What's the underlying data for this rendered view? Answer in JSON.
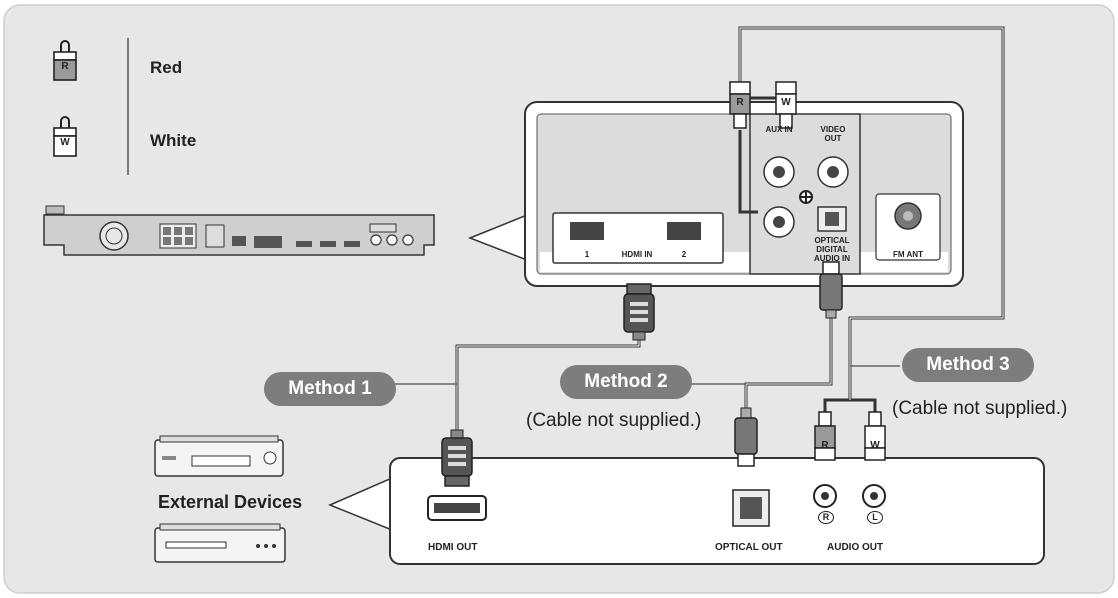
{
  "legend": {
    "red_plug": {
      "letter": "R",
      "label": "Red"
    },
    "white_plug": {
      "letter": "W",
      "label": "White"
    }
  },
  "home_theater_panel": {
    "hdmi_in_label": "HDMI IN",
    "hdmi_in_1": "1",
    "hdmi_in_2": "2",
    "aux_in_label": "AUX IN",
    "video_out_label": "VIDEO OUT",
    "optical_in_label": "OPTICAL DIGITAL AUDIO IN",
    "fm_ant_label": "FM ANT",
    "aux_plug_red": "R",
    "aux_plug_white": "W"
  },
  "methods": [
    {
      "label": "Method 1"
    },
    {
      "label": "Method 2",
      "note": "(Cable not supplied.)"
    },
    {
      "label": "Method 3",
      "note": "(Cable not supplied.)"
    }
  ],
  "external_devices": {
    "title": "External Devices",
    "hdmi_out": "HDMI OUT",
    "optical_out": "OPTICAL OUT",
    "audio_out": "AUDIO OUT",
    "audio_r": "R",
    "audio_l": "L",
    "plug_red": "R",
    "plug_white": "W"
  }
}
